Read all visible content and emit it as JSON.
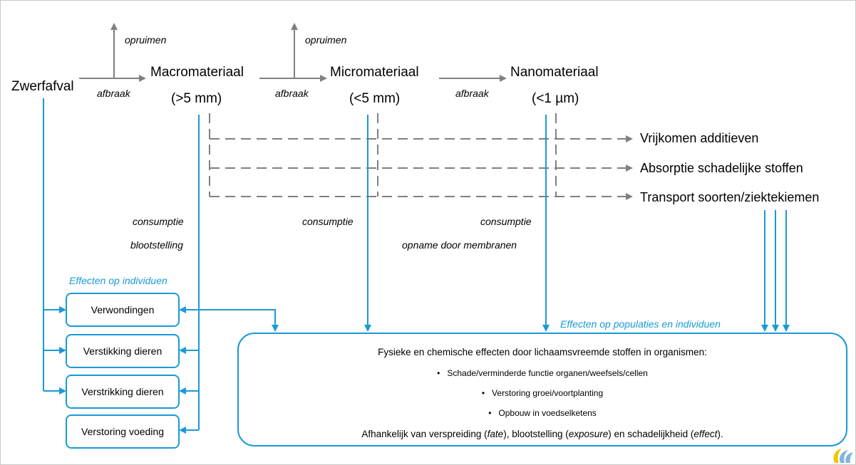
{
  "nodes": {
    "zwerfafval": "Zwerfafval",
    "macro": "Macromateriaal",
    "macro_size": "(>5 mm)",
    "micro": "Micromateriaal",
    "micro_size": "(<5 mm)",
    "nano": "Nanomateriaal",
    "nano_size": "(<1 µm)"
  },
  "edge_labels": {
    "afbraak": "afbraak",
    "opruimen": "opruimen",
    "consumptie": "consumptie",
    "blootstelling": "blootstelling",
    "opname": "opname door membranen"
  },
  "outcomes": [
    "Vrijkomen additieven",
    "Absorptie schadelijke stoffen",
    "Transport soorten/ziektekiemen"
  ],
  "individuals": {
    "heading": "Effecten op individuen",
    "items": [
      "Verwondingen",
      "Verstikking dieren",
      "Verstrikking dieren",
      "Verstoring voeding"
    ]
  },
  "populations": {
    "heading": "Effecten op populaties en individuen",
    "title": "Fysieke en chemische effecten door lichaamsvreemde stoffen in organismen:",
    "bullets": [
      "Schade/verminderde functie organen/weefsels/cellen",
      "Verstoring groei/voortplanting",
      "Opbouw in voedselketens"
    ],
    "footer": {
      "t1": "Afhankelijk van verspreiding (",
      "fate": "fate",
      "t2": "), blootstelling (",
      "exposure": "exposure",
      "t3": ") en schadelijkheid (",
      "effect": "effect",
      "t4": ")."
    }
  },
  "colors": {
    "blue": "#1a9ad6",
    "grey": "#808080",
    "logo_yellow": "#f5c400",
    "logo_blue": "#7fb6df"
  }
}
